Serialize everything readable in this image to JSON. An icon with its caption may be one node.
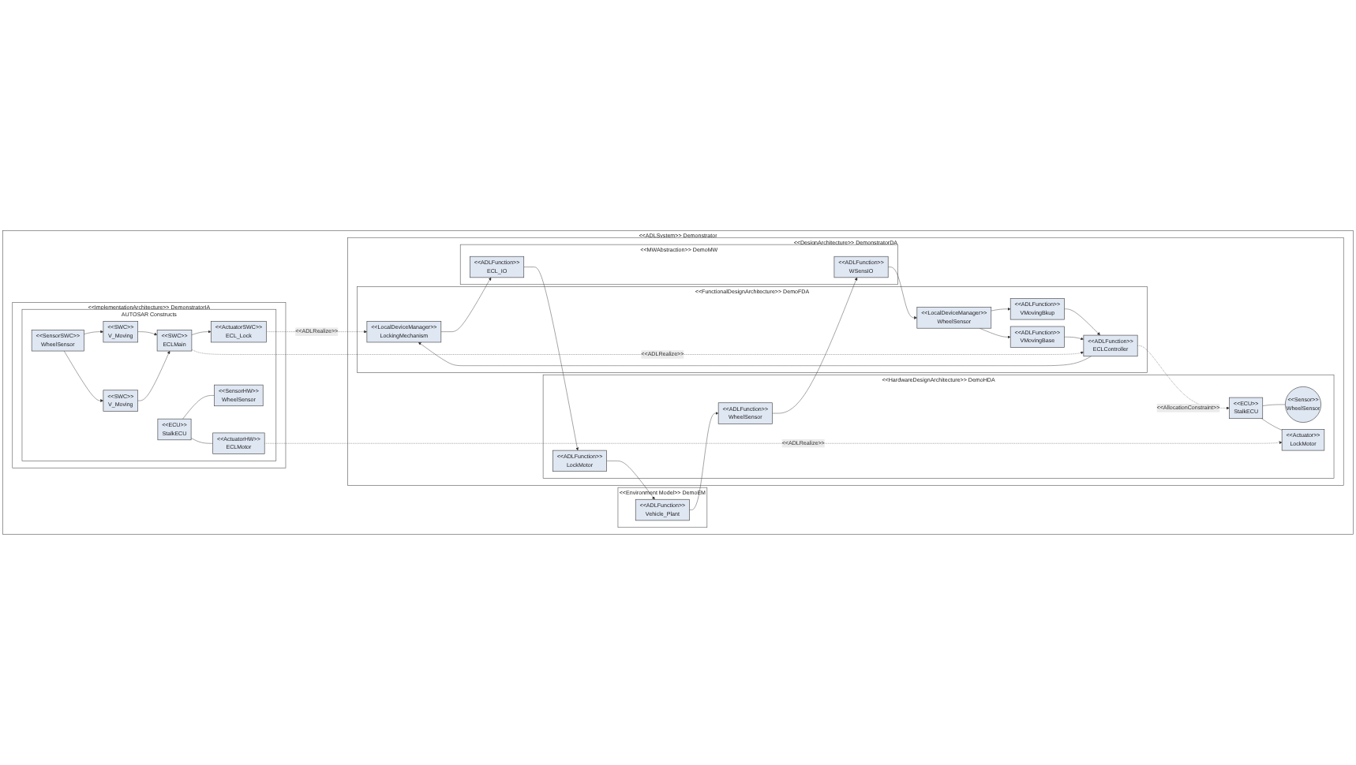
{
  "diagram": {
    "nodes": [
      {
        "text": [
          "<<ADLSystem>> Demonstrator"
        ]
      },
      {
        "text": [
          "<<DesignArchitecture>> DemonstratorDA"
        ],
        "in": 0
      },
      {
        "text": [
          "<<FunctionalDesignArchitecture>> DemoFDA"
        ],
        "in": 1
      },
      {
        "text": [
          "<<ADLFunction>>",
          "VMovingBkup"
        ],
        "in": 2
      },
      {
        "text": [
          "<<ADLFunction>>",
          "VMovingBase"
        ],
        "in": 2
      },
      {
        "text": [
          "<<ADLFunction>>",
          "ECLController"
        ],
        "in": 2
      },
      {
        "text": [
          "<<LocalDeviceManager>>",
          "LockingMechanism"
        ],
        "in": 2
      },
      {
        "text": [
          "<<LocalDeviceManager>>",
          "WheelSensor"
        ],
        "in": 2
      },
      {
        "text": [
          "<<MWAbstraction>> DemoMW"
        ],
        "in": 1
      },
      {
        "text": [
          "<<ADLFunction>>",
          "ECL_IO"
        ],
        "in": 8
      },
      {
        "text": [
          "<<ADLFunction>>",
          "WSensIO"
        ],
        "in": 8
      },
      {
        "text": [
          "<<HardwareDesignArchitecture>> DemoHDA"
        ],
        "in": 1
      },
      {
        "text": [
          "<<ECU>>",
          "StalkECU"
        ],
        "in": 11
      },
      {
        "text": [
          "<<Sensor>>",
          "WheelSensor"
        ],
        "in": 11
      },
      {
        "text": [
          "<<Actuator>>",
          "LockMotor"
        ],
        "in": 11
      },
      {
        "text": [
          "<<ADLFunction>>",
          "LockMotor"
        ],
        "in": 11
      },
      {
        "text": [
          "<<ADLFunction>>",
          "WheelSensor"
        ],
        "in": 11
      },
      {
        "text": [
          "<<Environment Model>> DemoEM"
        ],
        "in": 0
      },
      {
        "text": [
          "<<ADLFunction>>",
          "Vehicle_Plant"
        ],
        "in": 17
      },
      {
        "text": [
          "<<ImplementationArchitecture>> DemonstratorIA"
        ],
        "in": 0
      },
      {
        "text": [
          "AUTOSAR Constructs"
        ],
        "in": 19
      },
      {
        "text": [
          "<<SWC>>",
          "V_Moving"
        ],
        "in": 20
      },
      {
        "text": [
          "<<SWC>>",
          "V_Moving"
        ],
        "in": 20
      },
      {
        "text": [
          "<<SensorSWC>>",
          "WheelSensor"
        ],
        "in": 20
      },
      {
        "text": [
          "<<SWC>>",
          "ECLMain"
        ],
        "in": 20
      },
      {
        "text": [
          "<<ActuatorSWC>>",
          "ECL_Lock"
        ],
        "in": 20
      },
      {
        "text": [
          "<<ActuatorHW>>",
          "ECLMotor"
        ],
        "in": 20
      },
      {
        "text": [
          "<<ECU>>",
          "StalkECU"
        ],
        "in": 20
      },
      {
        "text": [
          "<<SensorHW>>",
          "WheelSensor"
        ],
        "in": 20
      }
    ],
    "edges": [
      {
        "from": 3,
        "to": 5,
        "arrow": "to"
      },
      {
        "from": 4,
        "to": 5,
        "arrow": "to"
      },
      {
        "from": 5,
        "to": 6,
        "arrow": "to"
      },
      {
        "from": 6,
        "to": 9,
        "arrow": "to"
      },
      {
        "from": 9,
        "to": 15,
        "arrow": "to"
      },
      {
        "from": 15,
        "to": 18,
        "arrow": "to"
      },
      {
        "from": 18,
        "to": 16,
        "arrow": "to"
      },
      {
        "from": 16,
        "to": 10,
        "arrow": "to"
      },
      {
        "from": 10,
        "to": 7,
        "arrow": "to"
      },
      {
        "from": 7,
        "to": 3,
        "arrow": "to"
      },
      {
        "from": 7,
        "to": 4,
        "arrow": "to"
      },
      {
        "from": 5,
        "to": 12,
        "arrow": "to",
        "label": "<<AllocationConstraint>>",
        "style": "dashed"
      },
      {
        "from": 12,
        "to": 13,
        "arrow": "none"
      },
      {
        "from": 12,
        "to": 14,
        "arrow": "none"
      },
      {
        "from": 23,
        "to": 21,
        "arrow": "to"
      },
      {
        "from": 23,
        "to": 22,
        "arrow": "to"
      },
      {
        "from": 21,
        "to": 24,
        "arrow": "to"
      },
      {
        "from": 22,
        "to": 24,
        "arrow": "to"
      },
      {
        "from": 24,
        "to": 25,
        "arrow": "to"
      },
      {
        "from": 24,
        "to": 5,
        "arrow": "to",
        "label": "<<ADLRealize>>",
        "style": "dashed"
      },
      {
        "from": 25,
        "to": 6,
        "arrow": "to",
        "label": "<<ADLRealize>>",
        "style": "dashed"
      },
      {
        "from": 26,
        "to": 14,
        "arrow": "to",
        "label": "<<ADLRealize>>",
        "style": "dashed"
      },
      {
        "from": 27,
        "to": 26,
        "arrow": "none"
      },
      {
        "from": 27,
        "to": 28,
        "arrow": "none"
      }
    ]
  }
}
